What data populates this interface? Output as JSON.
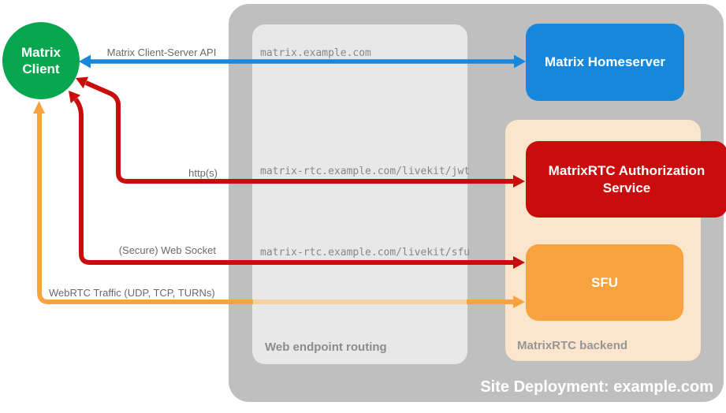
{
  "diagram": {
    "title": "Site Deployment: example.com",
    "site_container": {
      "label": "Site Deployment: example.com",
      "bg_color": "#bfbfbf"
    },
    "routing_container": {
      "label": "Web endpoint routing",
      "bg_color": "#e8e8e8",
      "endpoints": [
        "matrix.example.com",
        "matrix-rtc.example.com/livekit/jwt",
        "matrix-rtc.example.com/livekit/sfu"
      ]
    },
    "backend_container": {
      "label": "MatrixRTC backend",
      "bg_color": "#fce5cd"
    },
    "nodes": {
      "client": {
        "label": "Matrix Client",
        "color": "#0aa64f",
        "shape": "circle"
      },
      "homeserver": {
        "label": "Matrix Homeserver",
        "color": "#1787db",
        "shape": "rounded-rect"
      },
      "auth": {
        "label": "MatrixRTC Authorization Service",
        "color": "#c90d0d",
        "shape": "rounded-rect"
      },
      "sfu": {
        "label": "SFU",
        "color": "#f7a440",
        "shape": "rounded-rect"
      }
    },
    "arrows": {
      "cs_api": {
        "label": "Matrix Client-Server API",
        "color": "#1787db",
        "from": "Matrix Client",
        "to": "Matrix Homeserver",
        "bidirectional": true
      },
      "http": {
        "label": "http(s)",
        "color": "#c90d0d",
        "from": "Matrix Client",
        "to": "MatrixRTC Authorization Service",
        "bidirectional": true
      },
      "websocket": {
        "label": "(Secure) Web Socket",
        "color": "#c90d0d",
        "from": "Matrix Client",
        "to": "SFU",
        "bidirectional": true
      },
      "webrtc": {
        "label": "WebRTC Traffic (UDP, TCP, TURNs)",
        "color": "#f7a440",
        "from": "Matrix Client",
        "to": "SFU",
        "bidirectional": true
      }
    }
  }
}
